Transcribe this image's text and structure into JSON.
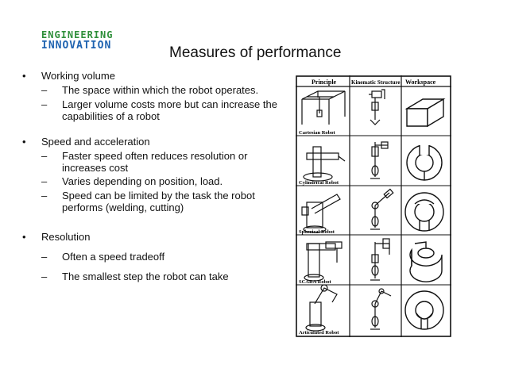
{
  "logo": {
    "line1": "ENGINEERING",
    "line2": "INNOVATION"
  },
  "title": "Measures of performance",
  "sections": [
    {
      "heading": "Working volume",
      "items": [
        [
          "The space within which the robot operates."
        ],
        [
          "Larger volume costs more but can increase the",
          "capabilities of a robot"
        ]
      ]
    },
    {
      "heading": "Speed and acceleration",
      "items": [
        [
          "Faster speed often reduces resolution or",
          "increases cost"
        ],
        [
          "Varies depending on position, load."
        ],
        [
          "Speed can be limited by the task the robot",
          "performs (welding, cutting)"
        ]
      ]
    },
    {
      "heading": "Resolution",
      "items": [
        [
          "Often a speed tradeoff"
        ],
        [
          "The smallest step the robot can take"
        ]
      ]
    }
  ],
  "figure": {
    "columns": [
      "Principle",
      "Kinematic Structure",
      "Workspace"
    ],
    "rows": [
      "Cartesian Robot",
      "Cylindrical Robot",
      "Spherical Robot",
      "SCARA Robot",
      "Articulated Robot"
    ]
  }
}
